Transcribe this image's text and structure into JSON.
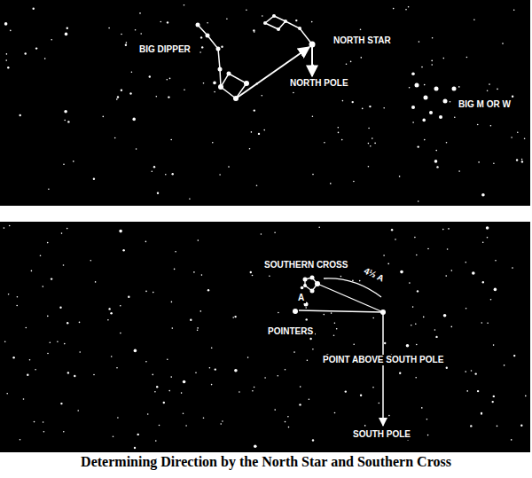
{
  "diagram": {
    "caption": "Determining Direction by the North Star and Southern Cross",
    "labels": [
      "BIG DIPPER",
      "NORTH STAR",
      "NORTH POLE",
      "BIG M OR W",
      "SOUTHERN CROSS",
      "4½ A",
      "A",
      "POINTERS",
      "POINT ABOVE SOUTH POLE",
      "SOUTH POLE"
    ]
  }
}
